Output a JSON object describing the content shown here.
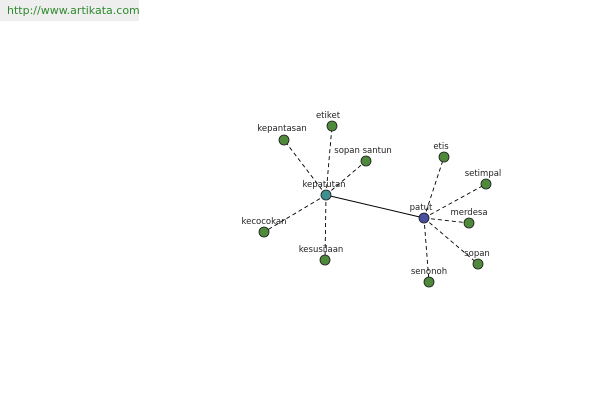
{
  "site_url": "http://www.artikata.com",
  "colors": {
    "leaf": "#4f8a3c",
    "hub_kepatutan": "#3f8f8f",
    "hub_patut": "#4a4f9e",
    "edge": "#000000",
    "url_text": "#2e8b2e"
  },
  "hubs": [
    {
      "id": "kepatutan",
      "label": "kepatutan"
    },
    {
      "id": "patut",
      "label": "patut"
    }
  ],
  "leaves": [
    {
      "id": "kepantasan",
      "label": "kepantasan",
      "hub": "kepatutan"
    },
    {
      "id": "etiket",
      "label": "etiket",
      "hub": "kepatutan"
    },
    {
      "id": "sopan-santun",
      "label": "sopan santun",
      "hub": "kepatutan"
    },
    {
      "id": "kecocokan",
      "label": "kecocokan",
      "hub": "kepatutan"
    },
    {
      "id": "kesusilaan",
      "label": "kesusilaan",
      "hub": "kepatutan"
    },
    {
      "id": "etis",
      "label": "etis",
      "hub": "patut"
    },
    {
      "id": "setimpal",
      "label": "setimpal",
      "hub": "patut"
    },
    {
      "id": "merdesa",
      "label": "merdesa",
      "hub": "patut"
    },
    {
      "id": "sopan",
      "label": "sopan",
      "hub": "patut"
    },
    {
      "id": "senonoh",
      "label": "senonoh",
      "hub": "patut"
    }
  ]
}
